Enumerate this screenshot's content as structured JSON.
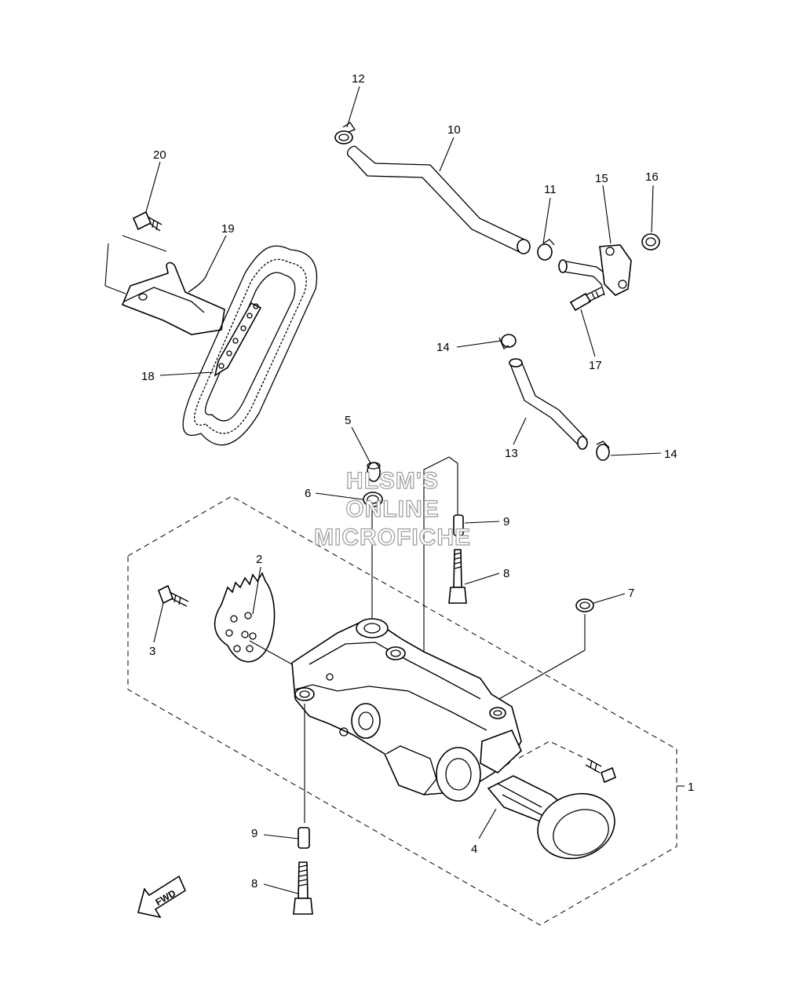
{
  "diagram": {
    "callouts": {
      "c1": "1",
      "c2": "2",
      "c3": "3",
      "c4": "4",
      "c5": "5",
      "c6": "6",
      "c7": "7",
      "c8a": "8",
      "c8b": "8",
      "c9a": "9",
      "c9b": "9",
      "c10": "10",
      "c11": "11",
      "c12": "12",
      "c13": "13",
      "c14a": "14",
      "c14b": "14",
      "c15": "15",
      "c16": "16",
      "c17": "17",
      "c18": "18",
      "c19": "19",
      "c20": "20"
    },
    "fwd_label": "FWD",
    "watermark": [
      "HLSM'S",
      "ONLINE",
      "MICROFICHE"
    ]
  }
}
